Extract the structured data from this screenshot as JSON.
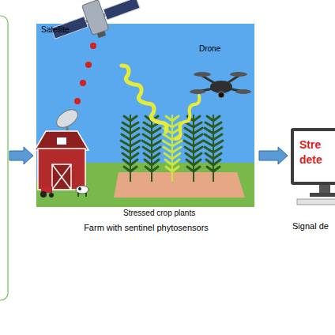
{
  "diagram": {
    "nodes": [
      {
        "text": [
          "Satellite",
          "Drone",
          "Stressed crop plants",
          "Farm with sentinel phytosensors"
        ]
      },
      {
        "text": [
          "Stre dete",
          "Signal de"
        ]
      }
    ],
    "edges": [
      {
        "from": 0,
        "to": 1,
        "arrow": "to"
      }
    ]
  }
}
